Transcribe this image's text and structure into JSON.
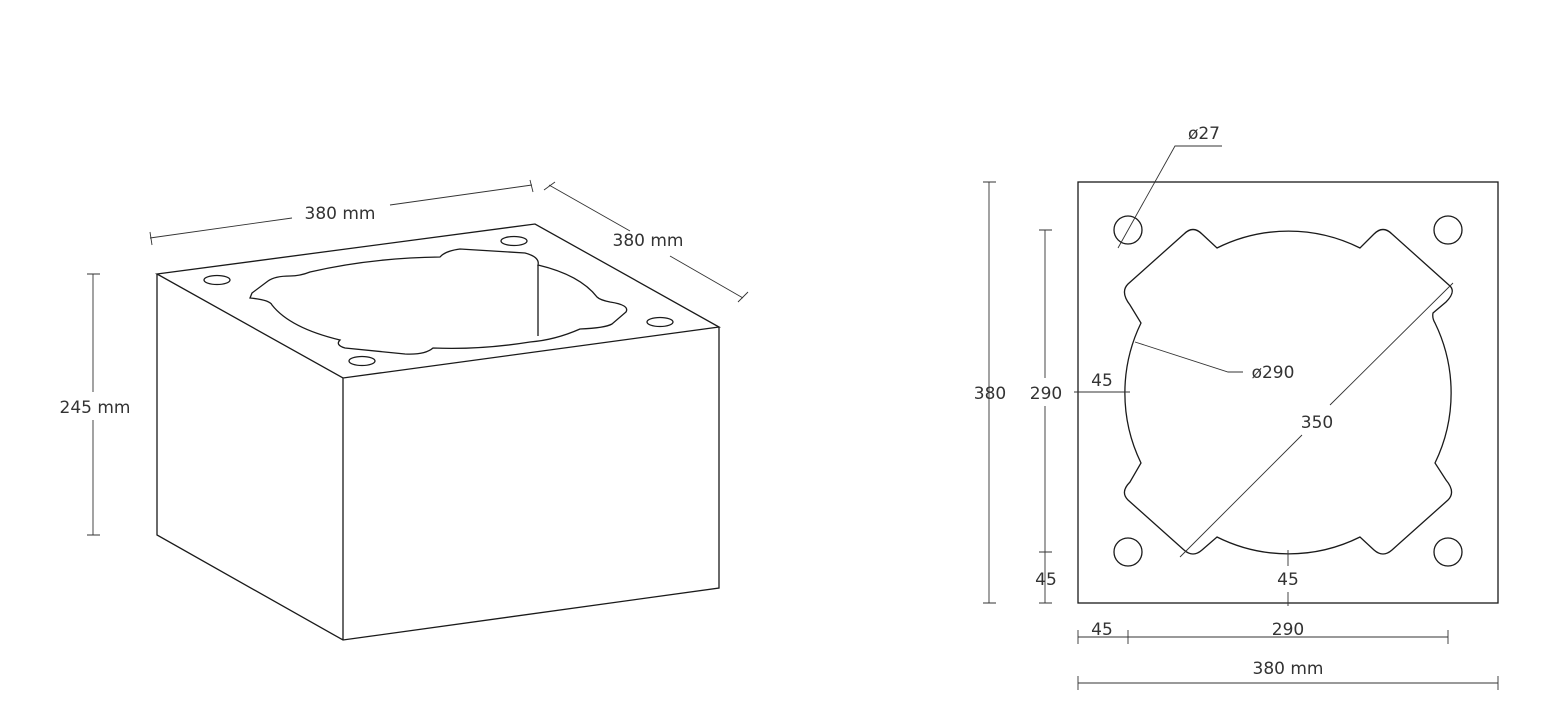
{
  "iso_view": {
    "width_label": "380 mm",
    "depth_label": "380 mm",
    "height_label": "245 mm"
  },
  "plan_view": {
    "hole_diameter_label": "ø27",
    "bore_diameter_label": "ø290",
    "diagonal_label": "350",
    "overall_height_label": "380",
    "inner_height_label": "290",
    "bottom_offset_label": "45",
    "left_offset_label": "45",
    "bottom_margin_label": "45",
    "bottom_left_label": "45",
    "bottom_inner_label": "290",
    "overall_width_label": "380 mm"
  }
}
